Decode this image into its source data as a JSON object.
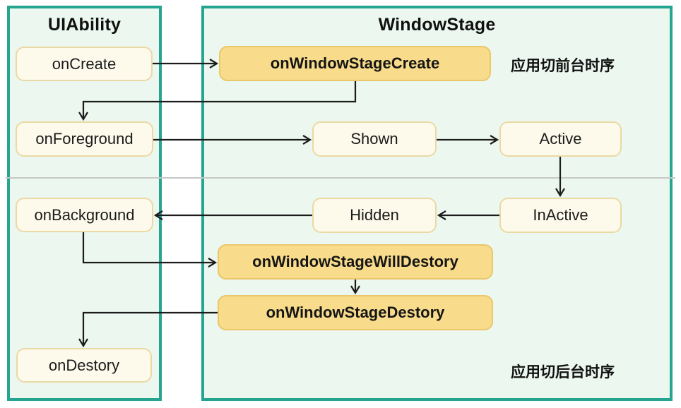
{
  "panels": {
    "uiability": {
      "title": "UIAbility"
    },
    "windowstage": {
      "title": "WindowStage"
    }
  },
  "nodes": {
    "onCreate": "onCreate",
    "onForeground": "onForeground",
    "onBackground": "onBackground",
    "onDestory": "onDestory",
    "onWindowStageCreate": "onWindowStageCreate",
    "shown": "Shown",
    "active": "Active",
    "hidden": "Hidden",
    "inactive": "InActive",
    "onWindowStageWillDestory": "onWindowStageWillDestory",
    "onWindowStageDestory": "onWindowStageDestory"
  },
  "annotations": {
    "foreground_sequence": "应用切前台时序",
    "background_sequence": "应用切后台时序"
  },
  "edges": [
    {
      "from": "onCreate",
      "to": "onWindowStageCreate"
    },
    {
      "from": "onWindowStageCreate",
      "to": "onForeground"
    },
    {
      "from": "onForeground",
      "to": "Shown"
    },
    {
      "from": "Shown",
      "to": "Active"
    },
    {
      "from": "Active",
      "to": "InActive"
    },
    {
      "from": "InActive",
      "to": "Hidden"
    },
    {
      "from": "Hidden",
      "to": "onBackground"
    },
    {
      "from": "onBackground",
      "to": "onWindowStageWillDestory"
    },
    {
      "from": "onWindowStageWillDestory",
      "to": "onWindowStageDestory"
    },
    {
      "from": "onWindowStageDestory",
      "to": "onDestory"
    }
  ],
  "colors": {
    "panel_border": "#25a58f",
    "panel_bg": "#ebf7ef",
    "node_bg": "#fdfaec",
    "node_border": "#ebd9a4",
    "highlight_bg": "#f8dc8b",
    "highlight_border": "#eac76a",
    "arrow": "#1c1c1c",
    "divider": "#c6c8c7"
  }
}
